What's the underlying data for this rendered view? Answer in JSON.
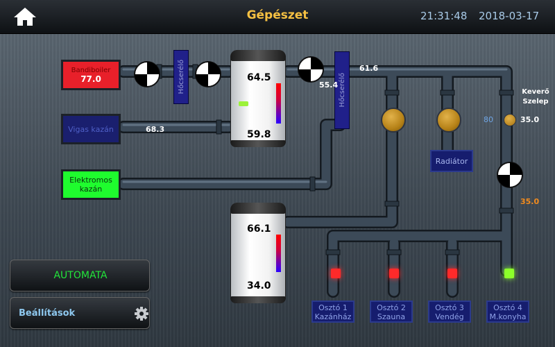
{
  "header": {
    "title": "Gépészet",
    "time": "21:31:48",
    "date": "2018-03-17"
  },
  "sources": {
    "bandi": {
      "label": "Bandiboiler",
      "value": "77.0",
      "bg": "#e8202a"
    },
    "vigas": {
      "label": "Vigas kazán",
      "value": "68.3",
      "bg": "#1a1f6e"
    },
    "elektromos": {
      "label": "Elektromos kazán",
      "bg": "#1ffc2e"
    }
  },
  "heat_exchanger_labels": {
    "left": "Hőcserélő",
    "right": "Hőcserélő"
  },
  "tank_upper": {
    "top": "64.5",
    "bottom": "59.8"
  },
  "tank_lower": {
    "top": "66.1",
    "bottom": "34.0"
  },
  "readings": {
    "after_exchanger": "55.4",
    "main_line": "61.6",
    "mixer_setpoint": "80",
    "mixer_value": "35.0",
    "return_temp": "35.0"
  },
  "mixer_label": "Keverő Szelep",
  "radiator_label": "Radiátor",
  "outputs": [
    {
      "label": "Osztó 1 Kazánház",
      "status": "red"
    },
    {
      "label": "Osztó 2 Szauna",
      "status": "red"
    },
    {
      "label": "Osztó 3 Vendég",
      "status": "red"
    },
    {
      "label": "Osztó 4 M.konyha",
      "status": "green"
    }
  ],
  "buttons": {
    "automata": "AUTOMATA",
    "settings": "Beállítások"
  },
  "icons": {
    "home": "home-icon",
    "settings": "gear-icon"
  },
  "colors": {
    "title": "#f5c042",
    "clock": "#a9cbe8",
    "accent_green": "#22e53a",
    "red_led": "#ff2a2a",
    "green_led": "#8cff2a",
    "orange_text": "#f28b1e",
    "blue_text": "#6fa6e6"
  }
}
